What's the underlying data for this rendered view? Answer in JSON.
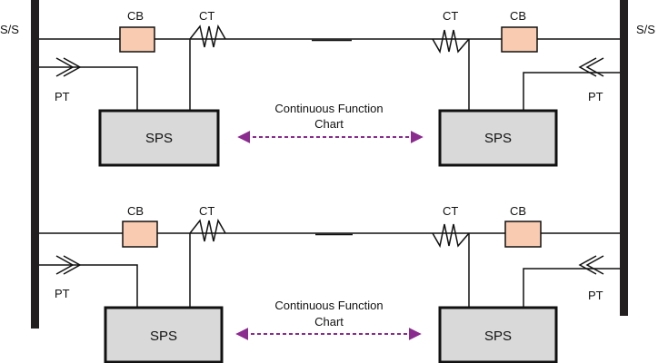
{
  "colors": {
    "line": "#111111",
    "bus": "#231f20",
    "cb_fill": "#f9cbb1",
    "sps_fill": "#d9d9d9",
    "link": "#8b2a8f"
  },
  "labels": {
    "substation_left": "S/S",
    "substation_right": "S/S",
    "cb": "CB",
    "ct": "CT",
    "pt": "PT",
    "sps": "SPS",
    "cfc_line1": "Continuous Function",
    "cfc_line2": "Chart"
  },
  "icons": {
    "ct": "coil-icon",
    "pt": "transformer-winding-icon",
    "link": "double-arrow-icon"
  }
}
